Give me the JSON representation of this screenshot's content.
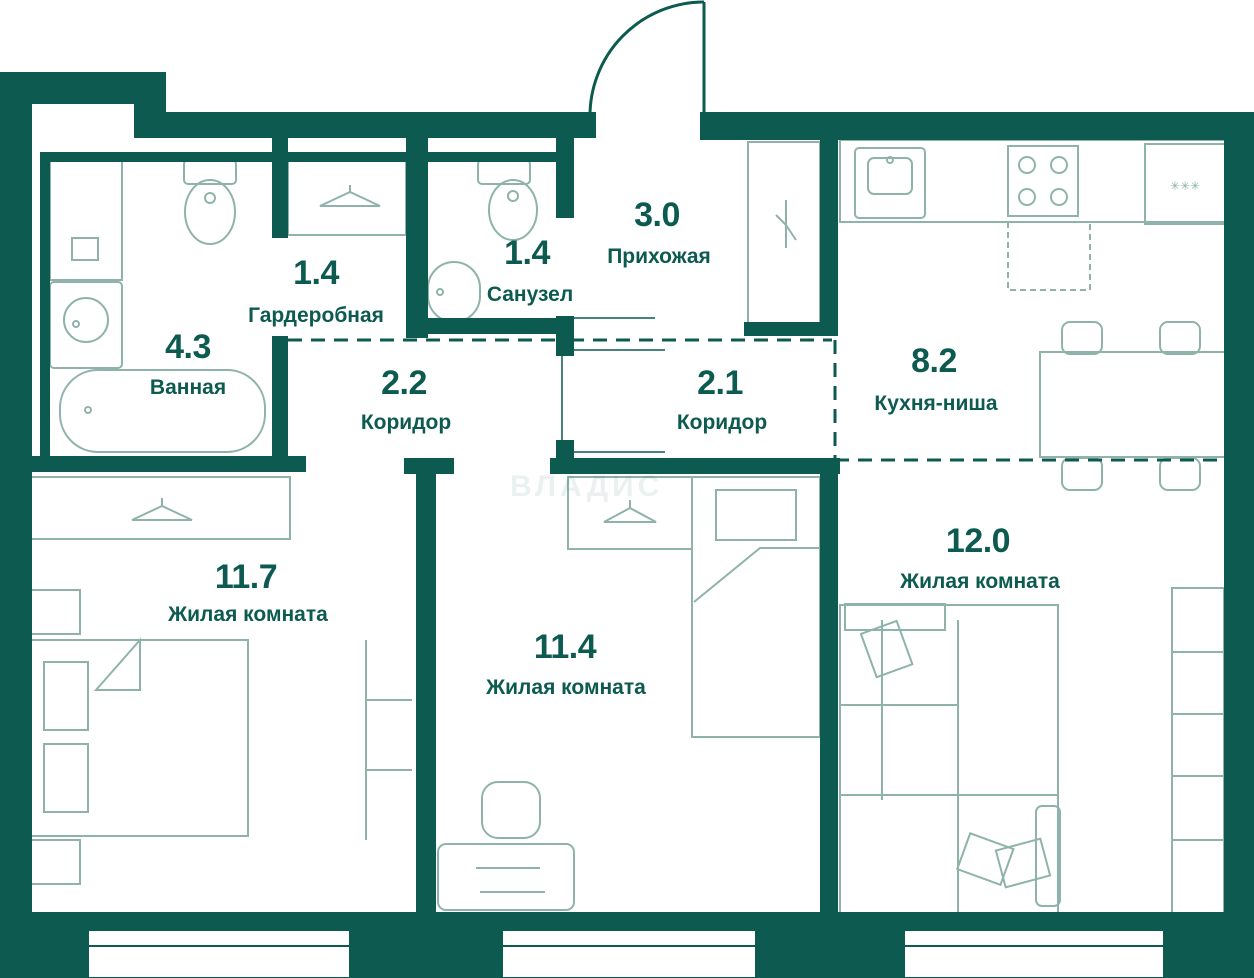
{
  "rooms": [
    {
      "id": "bathroom",
      "area": "4.3",
      "name": "Ванная"
    },
    {
      "id": "wardrobe",
      "area": "1.4",
      "name": "Гардеробная"
    },
    {
      "id": "toilet",
      "area": "1.4",
      "name": "Санузел"
    },
    {
      "id": "hall",
      "area": "3.0",
      "name": "Прихожая"
    },
    {
      "id": "corridor-1",
      "area": "2.2",
      "name": "Коридор"
    },
    {
      "id": "corridor-2",
      "area": "2.1",
      "name": "Коридор"
    },
    {
      "id": "kitchen",
      "area": "8.2",
      "name": "Кухня-ниша"
    },
    {
      "id": "living-1",
      "area": "11.7",
      "name": "Жилая комната"
    },
    {
      "id": "living-2",
      "area": "11.4",
      "name": "Жилая комната"
    },
    {
      "id": "living-3",
      "area": "12.0",
      "name": "Жилая комната"
    }
  ],
  "watermark": "ВЛАДИС",
  "colors": {
    "wall": "#0c5a50",
    "furniture": "#8fb3ab",
    "background": "#ffffff"
  }
}
